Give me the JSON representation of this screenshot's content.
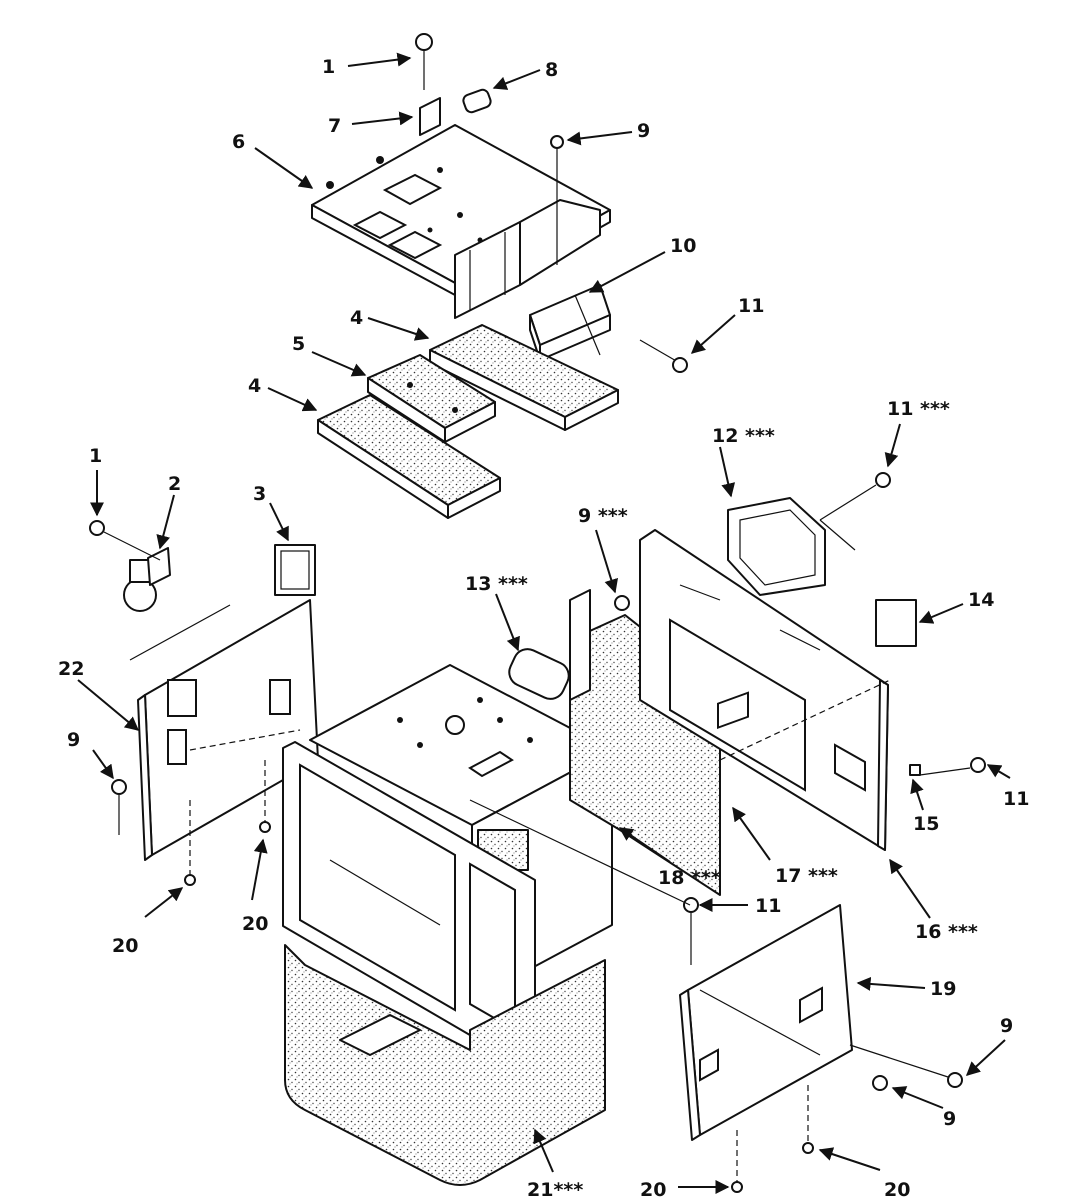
{
  "labels": [
    {
      "id": "l-1-top",
      "text": "1"
    },
    {
      "id": "l-7",
      "text": "7"
    },
    {
      "id": "l-8",
      "text": "8"
    },
    {
      "id": "l-6",
      "text": "6"
    },
    {
      "id": "l-9-top",
      "text": "9"
    },
    {
      "id": "l-10",
      "text": "10"
    },
    {
      "id": "l-4-a",
      "text": "4"
    },
    {
      "id": "l-5",
      "text": "5"
    },
    {
      "id": "l-11-top",
      "text": "11"
    },
    {
      "id": "l-4-b",
      "text": "4"
    },
    {
      "id": "l-11-stars",
      "text": "11 ***"
    },
    {
      "id": "l-12",
      "text": "12 ***"
    },
    {
      "id": "l-1-left",
      "text": "1"
    },
    {
      "id": "l-2",
      "text": "2"
    },
    {
      "id": "l-3",
      "text": "3"
    },
    {
      "id": "l-9-stars",
      "text": "9 ***"
    },
    {
      "id": "l-13",
      "text": "13 ***"
    },
    {
      "id": "l-14",
      "text": "14"
    },
    {
      "id": "l-22",
      "text": "22"
    },
    {
      "id": "l-9-left",
      "text": "9"
    },
    {
      "id": "l-11-right",
      "text": "11"
    },
    {
      "id": "l-15",
      "text": "15"
    },
    {
      "id": "l-20-a",
      "text": "20"
    },
    {
      "id": "l-20-b",
      "text": "20"
    },
    {
      "id": "l-18",
      "text": "18 ***"
    },
    {
      "id": "l-17",
      "text": "17 ***"
    },
    {
      "id": "l-16",
      "text": "16 ***"
    },
    {
      "id": "l-11-mid",
      "text": "11"
    },
    {
      "id": "l-19",
      "text": "19"
    },
    {
      "id": "l-9-br1",
      "text": "9"
    },
    {
      "id": "l-9-br2",
      "text": "9"
    },
    {
      "id": "l-21",
      "text": "21***"
    },
    {
      "id": "l-20-c",
      "text": "20"
    },
    {
      "id": "l-20-d",
      "text": "20"
    }
  ]
}
